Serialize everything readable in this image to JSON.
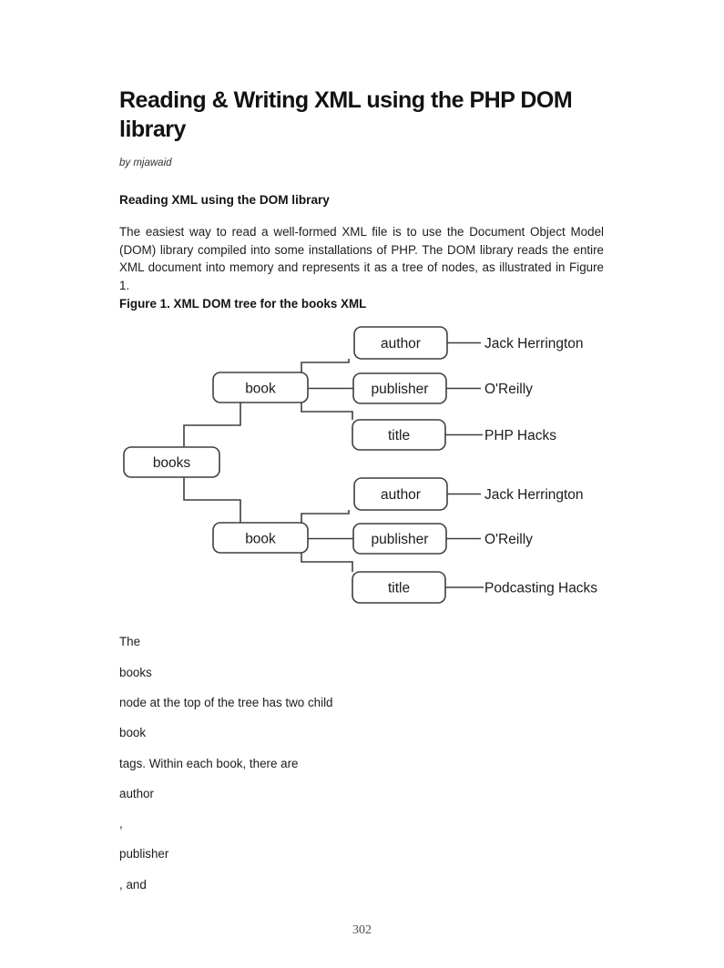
{
  "page": {
    "title": "Reading & Writing XML using the PHP DOM library",
    "byline": "by mjawaid",
    "page_number": "302"
  },
  "article": {
    "section_heading": "Reading XML using the DOM library",
    "intro_paragraph": "The easiest way to read a well-formed XML file is to use the Document Object Model (DOM) library compiled into some installations of PHP. The DOM library reads the entire XML document into memory and represents it as a tree of nodes, as illustrated in Figure 1.",
    "figure_caption": "Figure 1. XML DOM tree for the books XML",
    "fragments": [
      "The",
      "books",
      "node at the top of the tree has two child",
      "book",
      "tags. Within each book, there are",
      "author",
      ",",
      "publisher",
      ", and"
    ]
  },
  "diagram": {
    "root_label": "books",
    "stroke_color": "#3f3f3f",
    "text_color": "#1c1c1c",
    "books": [
      {
        "node_label": "book",
        "children": [
          {
            "label": "author",
            "value": "Jack Herrington"
          },
          {
            "label": "publisher",
            "value": "O'Reilly"
          },
          {
            "label": "title",
            "value": "PHP Hacks"
          }
        ]
      },
      {
        "node_label": "book",
        "children": [
          {
            "label": "author",
            "value": "Jack Herrington"
          },
          {
            "label": "publisher",
            "value": "O'Reilly"
          },
          {
            "label": "title",
            "value": "Podcasting Hacks"
          }
        ]
      }
    ]
  }
}
